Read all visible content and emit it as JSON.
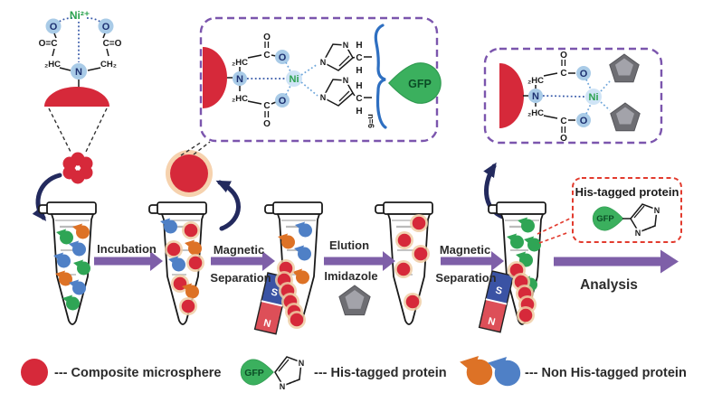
{
  "chemistry": {
    "ni_ion": "Ni²⁺",
    "ni": "Ni",
    "o": "O",
    "n": "N",
    "c": "C",
    "h": "H",
    "oc_left": "O=C",
    "co_right": "C=O",
    "h2c": "₂HC",
    "ch2": "CH₂",
    "n6": "n=6",
    "gfp": "GFP"
  },
  "flow": {
    "step1": "Incubation",
    "step2_line1": "Magnetic",
    "step2_line2": "Separation",
    "step3_line1": "Elution",
    "step3_line2": "Imidazole",
    "step4_line1": "Magnetic",
    "step4_line2": "Separation",
    "step5": "Analysis"
  },
  "magnet": {
    "south": "S",
    "north": "N"
  },
  "callout": {
    "title": "His-tagged protein"
  },
  "legend": {
    "microsphere": "--- Composite microsphere",
    "his_tagged": "--- His-tagged protein",
    "non_his_tagged": "--- Non His-tagged protein"
  },
  "colors": {
    "microsphere_red": "#d6293a",
    "sphere_glow": "#eecda4",
    "gfp_green": "#3bb05e",
    "non_his_orange": "#dd7226",
    "non_his_blue": "#4f80c6",
    "flow_arrow_purple": "#7e5fa8",
    "curved_arrow_navy": "#232a5e",
    "dashed_box_purple": "#7b55ad",
    "dashed_box_red": "#e23b2e",
    "atom_circle_blue": "#a9cbe7",
    "ni_green": "#2ba24f",
    "magnet_blue": "#3a53a4",
    "magnet_red": "#dd4f58",
    "imidazole_gray": "#9a9aa0",
    "brace_blue": "#2e6fc1"
  }
}
